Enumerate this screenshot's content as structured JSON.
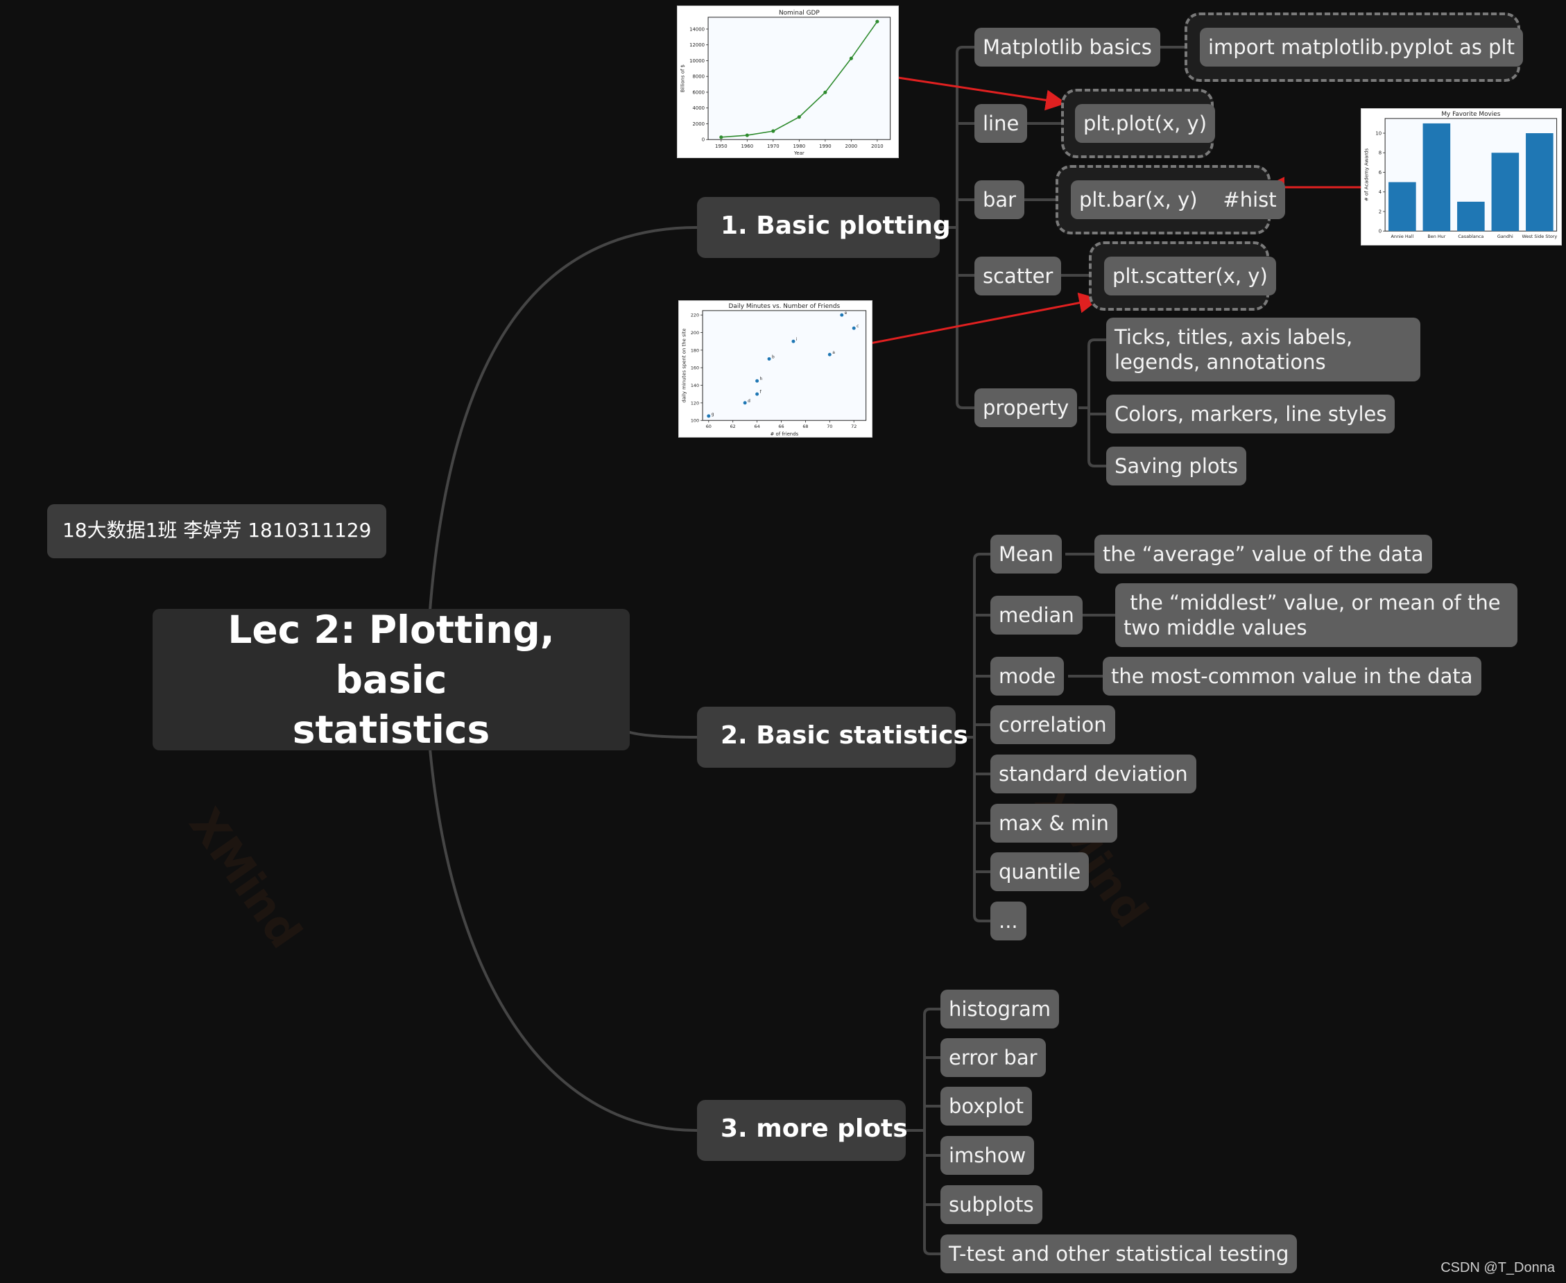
{
  "central": {
    "line1": "Lec 2: Plotting, basic",
    "line2": "statistics"
  },
  "author_label": "18大数据1班   李婷芳   1810311129",
  "branches": {
    "b1": {
      "title": "1. Basic plotting",
      "matplotlib": {
        "label": "Matplotlib basics",
        "detail": "import matplotlib.pyplot as plt"
      },
      "line": {
        "label": "line",
        "detail": "plt.plot(x, y)"
      },
      "bar": {
        "label": "bar",
        "detail": "plt.bar(x, y)    #hist"
      },
      "scatter": {
        "label": "scatter",
        "detail": "plt.scatter(x, y)"
      },
      "property": {
        "label": "property",
        "items": [
          "Ticks, titles, axis labels, legends, annotations",
          "Colors, markers, line styles",
          "Saving plots"
        ]
      }
    },
    "b2": {
      "title": "2. Basic statistics",
      "mean": {
        "label": "Mean",
        "detail": "the “average” value of the data"
      },
      "median": {
        "label": "median",
        "detail": " the “middlest” value, or mean of the two middle values"
      },
      "mode": {
        "label": "mode",
        "detail": "the most-common value in the data"
      },
      "others": [
        "correlation",
        "standard deviation",
        "max & min",
        "quantile",
        "..."
      ]
    },
    "b3": {
      "title": "3. more plots",
      "items": [
        "histogram",
        "error bar",
        "boxplot",
        "imshow",
        "subplots",
        "T-test and other statistical testing"
      ]
    }
  },
  "watermark": "XMind",
  "credit": "CSDN @T_Donna",
  "chart_data": [
    {
      "type": "line",
      "title": "Nominal GDP",
      "xlabel": "Year",
      "ylabel": "Billions of $",
      "x": [
        1950,
        1960,
        1970,
        1980,
        1990,
        2000,
        2010
      ],
      "y": [
        300,
        543,
        1075,
        2862,
        5979,
        10289,
        14958
      ],
      "xticks": [
        "1950",
        "1960",
        "1970",
        "1980",
        "1990",
        "2000",
        "2010"
      ],
      "yticks": [
        "0",
        "2000",
        "4000",
        "6000",
        "8000",
        "10000",
        "12000",
        "14000"
      ],
      "ylim": [
        0,
        15500
      ],
      "color": "#2e8b2e"
    },
    {
      "type": "bar",
      "title": "My Favorite Movies",
      "ylabel": "# of Academy Awards",
      "categories": [
        "Annie Hall",
        "Ben Hur",
        "Casablanca",
        "Gandhi",
        "West Side Story"
      ],
      "values": [
        5,
        11,
        3,
        8,
        10
      ],
      "yticks": [
        "0",
        "2",
        "4",
        "6",
        "8",
        "10"
      ],
      "ylim": [
        0,
        11.5
      ],
      "color": "#1f77b4"
    },
    {
      "type": "scatter",
      "title": "Daily Minutes vs. Number of Friends",
      "xlabel": "# of friends",
      "ylabel": "daily minutes spent on the site",
      "x": [
        70,
        65,
        72,
        63,
        71,
        64,
        60,
        64,
        67
      ],
      "y": [
        175,
        170,
        205,
        120,
        220,
        130,
        105,
        145,
        190
      ],
      "point_labels": [
        "a",
        "b",
        "c",
        "d",
        "e",
        "f",
        "g",
        "h",
        "i"
      ],
      "xticks": [
        "60",
        "62",
        "64",
        "66",
        "68",
        "70",
        "72"
      ],
      "yticks": [
        "100",
        "120",
        "140",
        "160",
        "180",
        "200",
        "220"
      ],
      "xlim": [
        59.5,
        73
      ],
      "ylim": [
        100,
        225
      ],
      "color": "#1f77b4"
    }
  ],
  "colors": {
    "background": "#0f0f0f",
    "node": "#5f5f5f",
    "branch": "#3d3d3d",
    "central": "#2c2c2c",
    "arrow": "#e02020",
    "connector": "#454545"
  }
}
